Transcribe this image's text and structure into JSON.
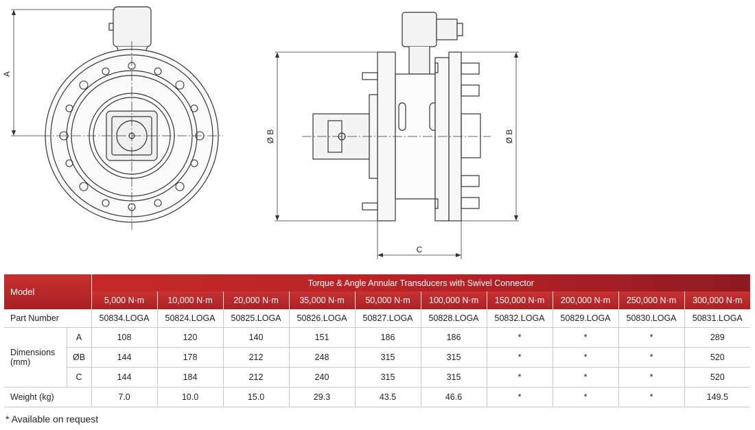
{
  "drawing": {
    "dim_a": "A",
    "dim_b_front": "Ø B",
    "dim_b_side": "Ø B",
    "dim_c": "C"
  },
  "table": {
    "model_label": "Model",
    "group_title": "Torque & Angle Annular Transducers with Swivel Connector",
    "capacities": [
      "5,000 N·m",
      "10,000 N·m",
      "20,000 N·m",
      "35,000 N·m",
      "50,000 N·m",
      "100,000 N·m",
      "150,000 N·m",
      "200,000 N·m",
      "250,000 N·m",
      "300,000 N·m"
    ],
    "part_number_label": "Part Number",
    "part_numbers": [
      "50834.LOGA",
      "50824.LOGA",
      "50825.LOGA",
      "50826.LOGA",
      "50827.LOGA",
      "50828.LOGA",
      "50832.LOGA",
      "50829.LOGA",
      "50830.LOGA",
      "50831.LOGA"
    ],
    "dimensions_label": "Dimensions (mm)",
    "dim_rows": [
      {
        "label": "A",
        "values": [
          "108",
          "120",
          "140",
          "151",
          "186",
          "186",
          "*",
          "*",
          "*",
          "289"
        ]
      },
      {
        "label": "ØB",
        "values": [
          "144",
          "178",
          "212",
          "248",
          "315",
          "315",
          "*",
          "*",
          "*",
          "520"
        ]
      },
      {
        "label": "C",
        "values": [
          "144",
          "184",
          "212",
          "240",
          "315",
          "315",
          "*",
          "*",
          "*",
          "520"
        ]
      }
    ],
    "weight_label": "Weight (kg)",
    "weights": [
      "7.0",
      "10.0",
      "15.0",
      "29.3",
      "43.5",
      "46.6",
      "*",
      "*",
      "*",
      "149.5"
    ]
  },
  "footnote": "* Available on request",
  "colors": {
    "header_red": "#b42126",
    "header_dark": "#8e1a22",
    "line": "#333333"
  }
}
